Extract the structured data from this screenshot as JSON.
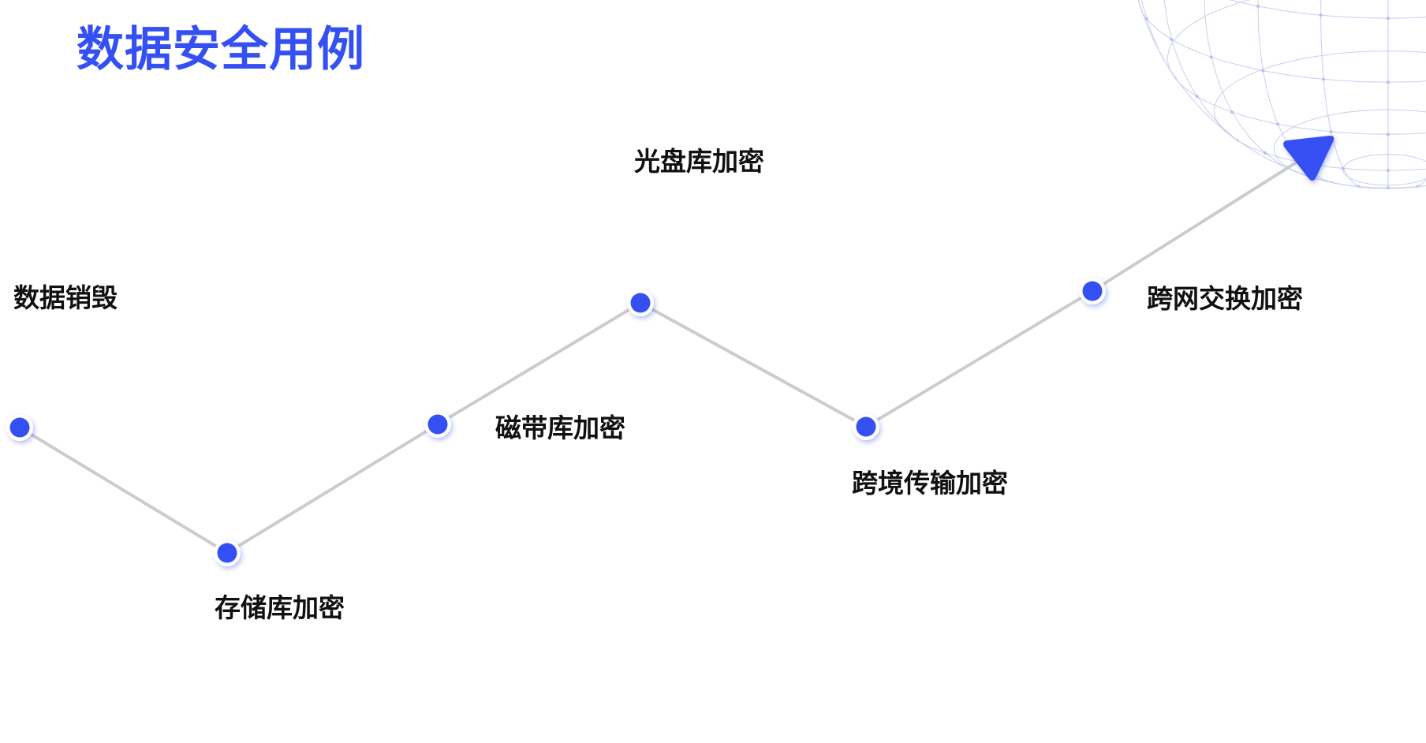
{
  "title": "数据安全用例",
  "accent_color": "#3450f2",
  "line_color": "#cccccc",
  "steps": [
    {
      "label": "数据销毁"
    },
    {
      "label": "存储库加密"
    },
    {
      "label": "磁带库加密"
    },
    {
      "label": "光盘库加密"
    },
    {
      "label": "跨境传输加密"
    },
    {
      "label": "跨网交换加密"
    }
  ]
}
